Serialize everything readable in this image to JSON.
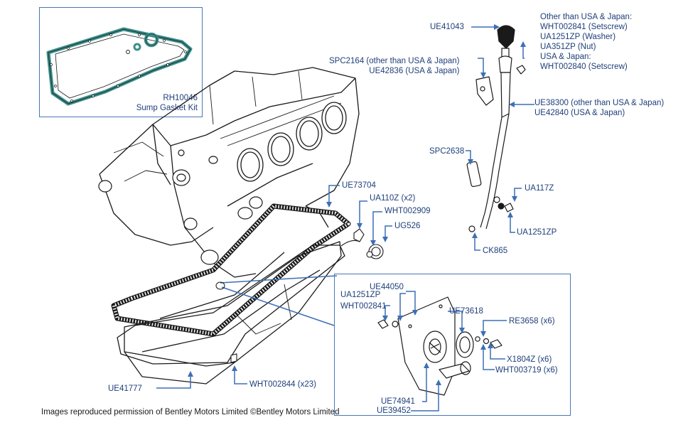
{
  "credit": "Images reproduced permission of Bentley Motors Limited ©Bentley Motors Limited",
  "kit": {
    "part": "RH10046",
    "name": "Sump Gasket Kit"
  },
  "callouts": {
    "ue41043": "UE41043",
    "spc2164_l1": "SPC2164 (other than USA & Japan)",
    "spc2164_l2": "UE42836 (USA & Japan)",
    "fix_l1": "Other than USA & Japan:",
    "fix_l2": "WHT002841 (Setscrew)",
    "fix_l3": "UA1251ZP (Washer)",
    "fix_l4": "UA351ZP (Nut)",
    "fix_l5": "USA & Japan:",
    "fix_l6": "WHT002840 (Setscrew)",
    "tube_l1": "UE38300 (other than USA & Japan)",
    "tube_l2": "UE42840 (USA & Japan)",
    "spc2638": "SPC2638",
    "ua117z": "UA117Z",
    "ua1251zp_r": "UA1251ZP",
    "ck865": "CK865",
    "ue73704": "UE73704",
    "ua110z": "UA110Z (x2)",
    "wht002909": "WHT002909",
    "ug526": "UG526",
    "ue41777": "UE41777",
    "wht002844": "WHT002844 (x23)",
    "ue44050": "UE44050",
    "ua1251zp_d": "UA1251ZP",
    "wht002841_d": "WHT002841",
    "ue73618": "UE73618",
    "re3658": "RE3658 (x6)",
    "x1804z": "X1804Z (x6)",
    "wht003719": "WHT003719 (x6)",
    "ue74941": "UE74941",
    "ue39452": "UE39452"
  }
}
